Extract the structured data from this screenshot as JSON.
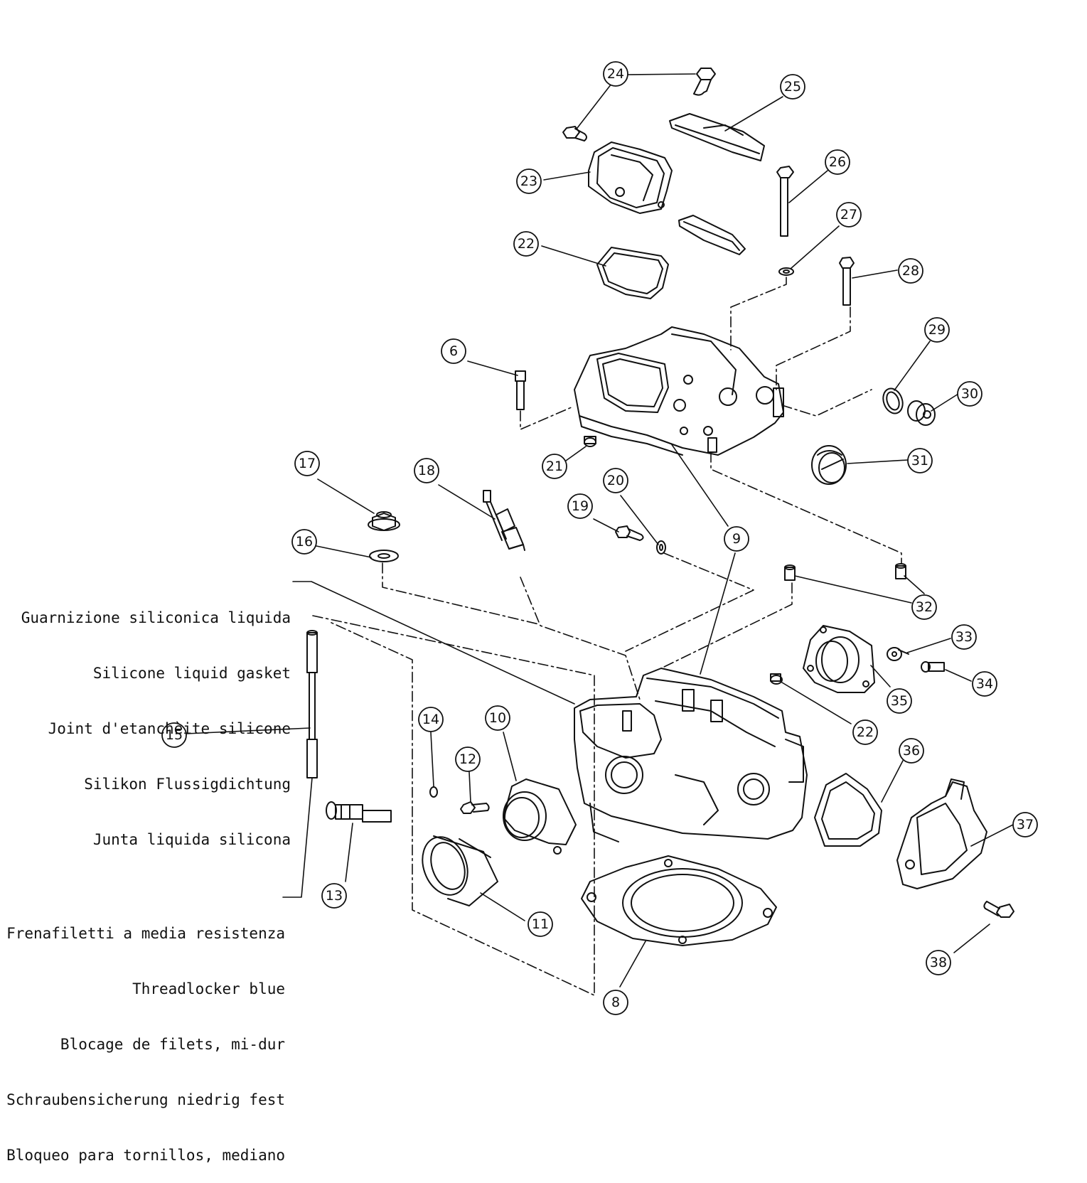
{
  "callouts": [
    "24",
    "25",
    "23",
    "26",
    "27",
    "22",
    "28",
    "29",
    "30",
    "6",
    "31",
    "21",
    "17",
    "18",
    "20",
    "19",
    "9",
    "16",
    "32",
    "33",
    "34",
    "35",
    "22",
    "14",
    "10",
    "12",
    "15",
    "36",
    "37",
    "13",
    "11",
    "38",
    "8"
  ],
  "notes": {
    "sealant": [
      "Guarnizione siliconica liquida",
      "Silicone liquid gasket",
      "Joint d'etanchèite silicone",
      "Silikon Flussigdichtung",
      "Junta liquida silicona"
    ],
    "threadlocker": [
      "Frenafiletti a media resistenza",
      "Threadlocker blue",
      "Blocage de filets, mi-dur",
      "Schraubensicherung niedrig fest",
      "Bloqueo para tornillos, mediano"
    ]
  },
  "colors": {
    "line": "#111111",
    "background": "#ffffff"
  }
}
